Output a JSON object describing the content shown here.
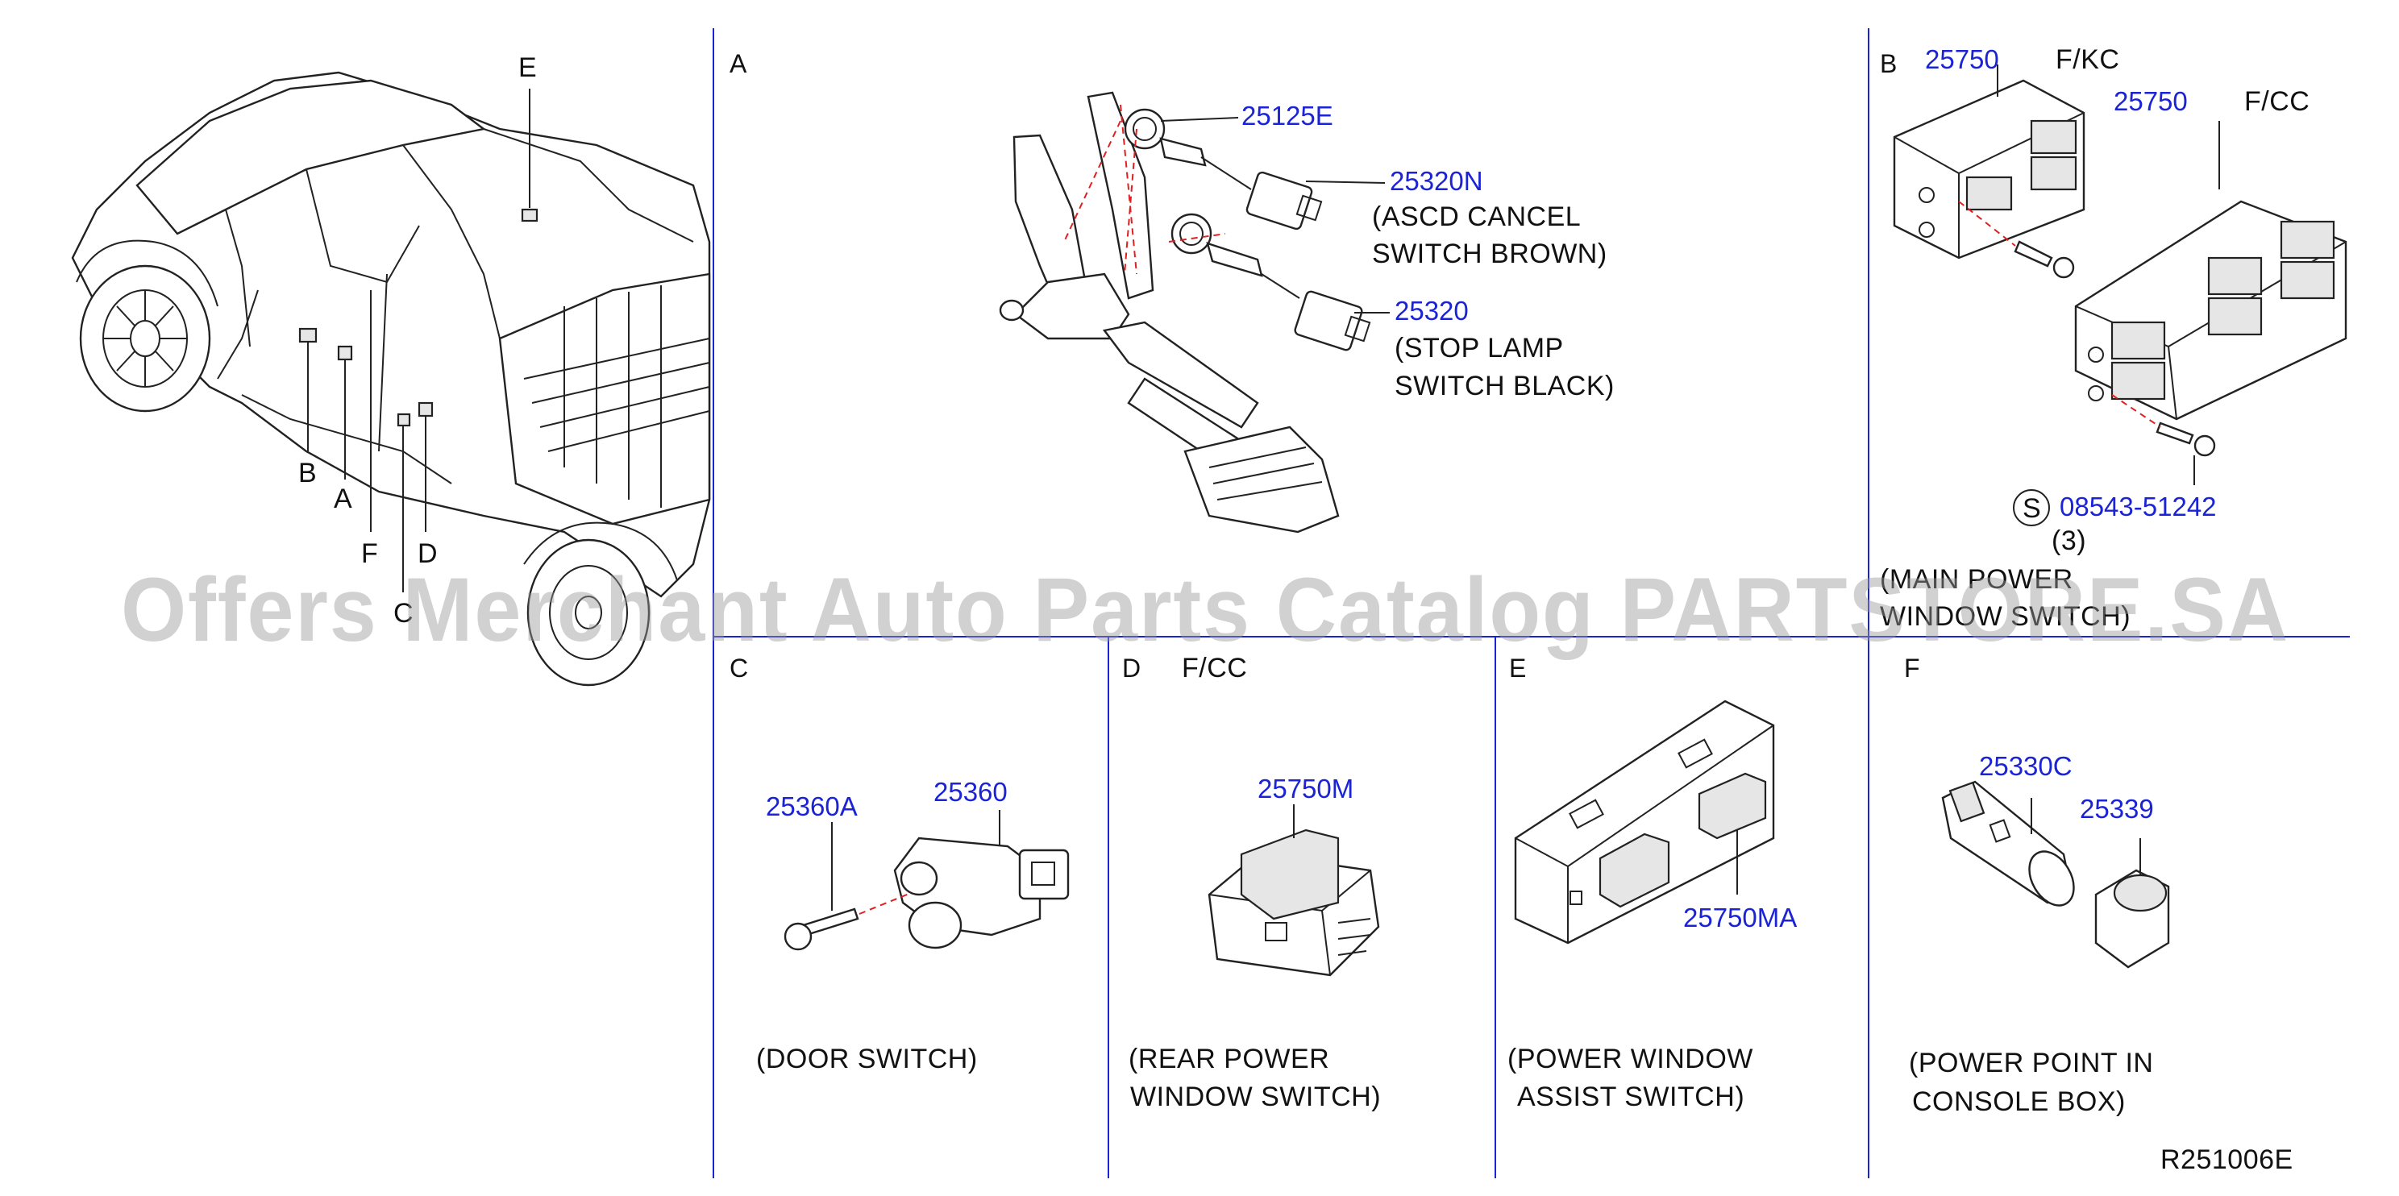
{
  "sections": {
    "A": {
      "label": "A",
      "part_25125E": "25125E",
      "part_25320N": "25320N",
      "asc_line1": "(ASCD  CANCEL",
      "asc_line2": "SWITCH  BROWN)",
      "part_25320": "25320",
      "stop_line1": "(STOP  LAMP",
      "stop_line2": "SWITCH  BLACK)"
    },
    "B": {
      "label": "B",
      "part_25750_a": "25750",
      "variant_fkc": "F/KC",
      "part_25750_b": "25750",
      "variant_fcc": "F/CC",
      "screw_symbol": "S",
      "part_screw": "08543-51242",
      "qty": "(3)",
      "desc_line1": "(MAIN  POWER",
      "desc_line2": "WINDOW  SWITCH)"
    },
    "C": {
      "label": "C",
      "part_25360A": "25360A",
      "part_25360": "25360",
      "desc": "(DOOR  SWITCH)"
    },
    "D": {
      "label": "D",
      "variant": "F/CC",
      "part_25750M": "25750M",
      "desc_line1": "(REAR  POWER",
      "desc_line2": "WINDOW  SWITCH)"
    },
    "E": {
      "label": "E",
      "part_25750MA": "25750MA",
      "desc_line1": "(POWER  WINDOW",
      "desc_line2": "ASSIST  SWITCH)"
    },
    "F": {
      "label": "F",
      "part_25330C": "25330C",
      "part_25339": "25339",
      "desc_line1": "(POWER  POINT  IN",
      "desc_line2": "CONSOLE  BOX)"
    }
  },
  "vehicle_callouts": {
    "A": "A",
    "B": "B",
    "C": "C",
    "D": "D",
    "E": "E",
    "F": "F"
  },
  "figure_ref": "R251006E",
  "watermark": "Offers Merchant Auto Parts Catalog PARTSTORE.SA",
  "colors": {
    "part_number": "#1b23d6",
    "grid_line": "#1b23d6",
    "guide_dash": "#e02020",
    "watermark": "#9a9a9a"
  }
}
